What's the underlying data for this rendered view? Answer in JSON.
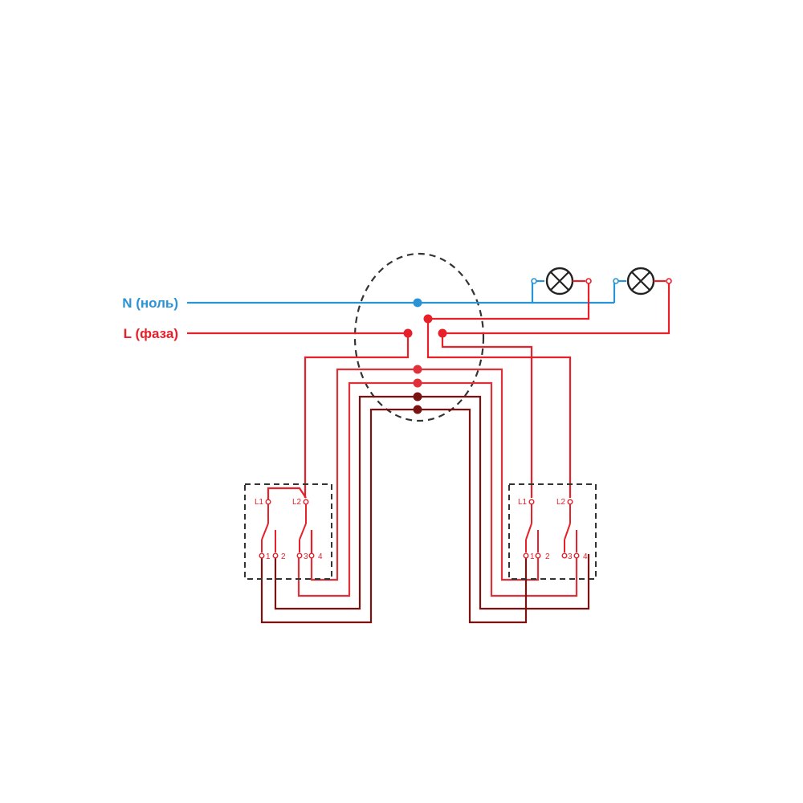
{
  "lines": {
    "neutral_label": "N (ноль)",
    "phase_label": "L (фаза)"
  },
  "switch_left": {
    "l1": "L1",
    "l2": "L2",
    "t1": "1",
    "t2": "2",
    "t3": "3",
    "t4": "4"
  },
  "switch_right": {
    "l1": "L1",
    "l2": "L2",
    "t1": "1",
    "t2": "2",
    "t3": "3",
    "t4": "4"
  },
  "colors": {
    "neutral": "#2a93d5",
    "phase": "#e8202a",
    "wire_light": "#e0303a",
    "wire_dark": "#7a1212",
    "junction_box": "#333333",
    "lamp_outline": "#222222"
  },
  "icons": {
    "lamp": "lamp-icon",
    "junction": "junction-box-outline",
    "switch": "switch-contact-icon"
  }
}
